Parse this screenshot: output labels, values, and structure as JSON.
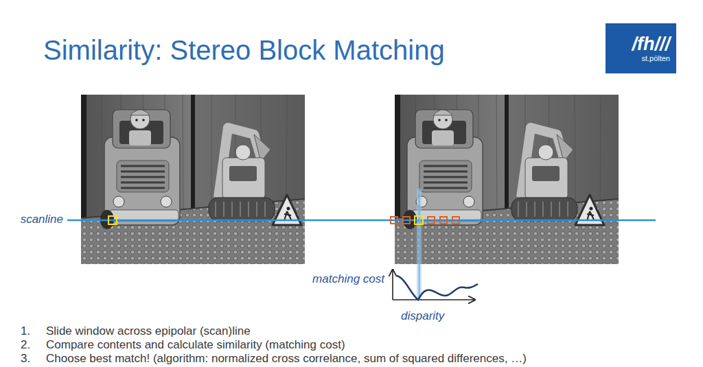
{
  "diagram": {
    "title": "Similarity: Stereo Block Matching",
    "nodes": [
      {
        "text": [
          "/fh///",
          "st.pölten"
        ]
      }
    ],
    "labels": [
      "scanline",
      "matching cost",
      "disparity",
      "1.",
      "Slide window across epipolar (scan)line",
      "2.",
      "Compare contents and calculate similarity (matching cost)",
      "3.",
      "Choose best match! (algorithm: normalized cross correlance, sum of squared differences, …)"
    ]
  }
}
